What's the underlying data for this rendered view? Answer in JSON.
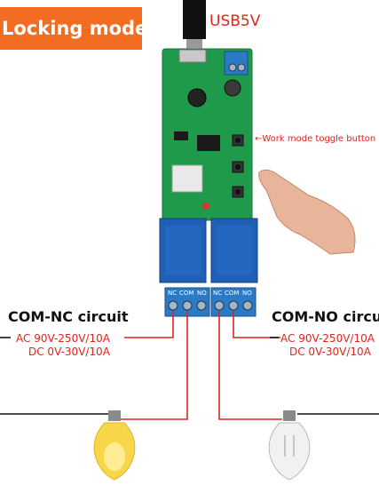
{
  "badge": {
    "text": "Locking mode"
  },
  "labels": {
    "usb": "USB5V",
    "toggle_button": "←Work mode toggle button"
  },
  "nc_circuit": {
    "title": "COM-NC circuit",
    "ac": "AC 90V-250V/10A",
    "dc": "DC 0V-30V/10A"
  },
  "no_circuit": {
    "title": "COM-NO circuit",
    "ac": "AC 90V-250V/10A",
    "dc": "DC 0V-30V/10A"
  },
  "terminals": {
    "left": [
      "NC",
      "COM",
      "NO"
    ],
    "right": [
      "NC",
      "COM",
      "NO"
    ]
  },
  "colors": {
    "badge": "#f26d21",
    "label_red": "#e1251b",
    "pcb_green": "#1e9a4a",
    "relay_blue": "#1f5fb5",
    "terminal_blue": "#2a7ac8"
  },
  "bulbs": {
    "left_state": "on",
    "right_state": "off"
  }
}
